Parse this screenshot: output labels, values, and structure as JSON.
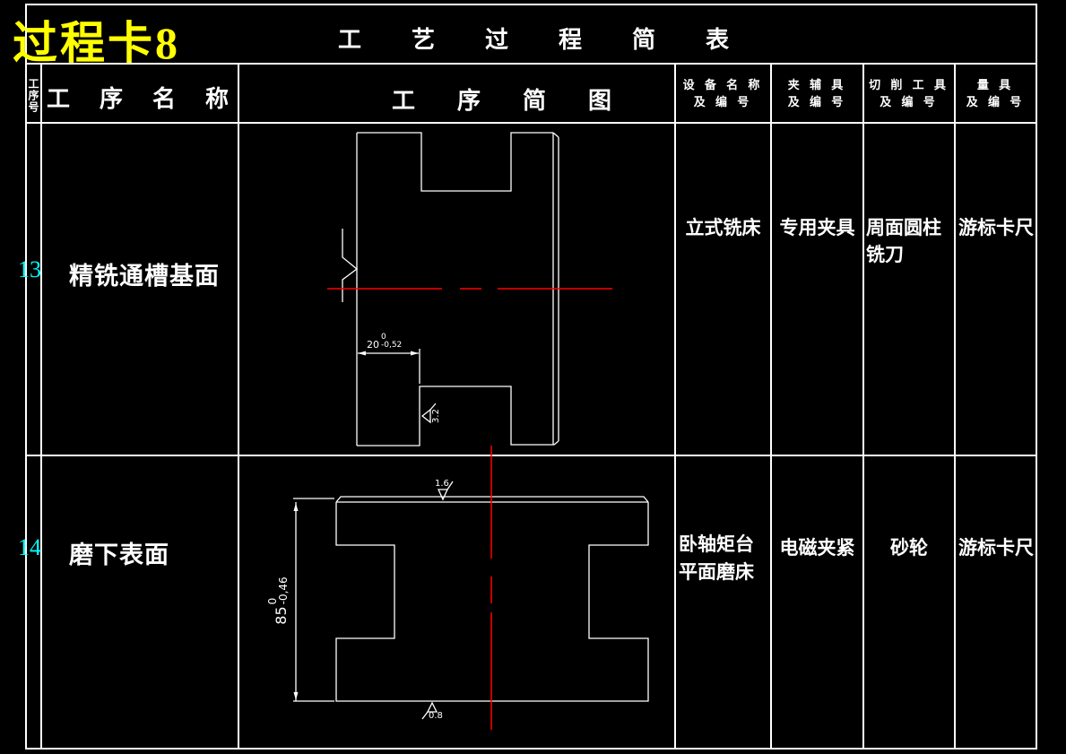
{
  "title_block": {
    "card_title": "过程卡8",
    "sheet_title": "工艺过程简表"
  },
  "colors": {
    "background": "#000000",
    "grid_line": "#ffffff",
    "centerline": "#ff0000",
    "title": "#ffff00",
    "row_number": "#00ffff"
  },
  "table": {
    "headers": {
      "process_no": "工序号",
      "process_name": "工序名称",
      "process_sketch": "工序简图",
      "equipment": {
        "line1": "设 备 名 称",
        "line2": "及 编 号"
      },
      "fixture": {
        "line1": "夹 辅 具",
        "line2": "及 编 号"
      },
      "cutting_tool": {
        "line1": "切 削 工 具",
        "line2": "及 编 号"
      },
      "gauge": {
        "line1": "量    具",
        "line2": "及 编 号"
      }
    },
    "rows": [
      {
        "no": "13",
        "name": "精铣通槽基面",
        "equipment": "立式铣床",
        "fixture": "专用夹具",
        "cutting_tool": "周面圆柱铣刀",
        "gauge": "游标卡尺",
        "sketch": {
          "dim_value": "20",
          "upper_dev": "0",
          "lower_dev": "-0,52",
          "roughness_slot": "3.2"
        }
      },
      {
        "no": "14",
        "name": "磨下表面",
        "equipment": "卧轴矩台平面磨床",
        "fixture": "电磁夹紧",
        "cutting_tool": "砂轮",
        "gauge": "游标卡尺",
        "sketch": {
          "dim_value": "85",
          "upper_dev": "0",
          "lower_dev": "-0,46",
          "roughness_top": "1.6",
          "roughness_bottom": "0.8"
        }
      }
    ]
  }
}
